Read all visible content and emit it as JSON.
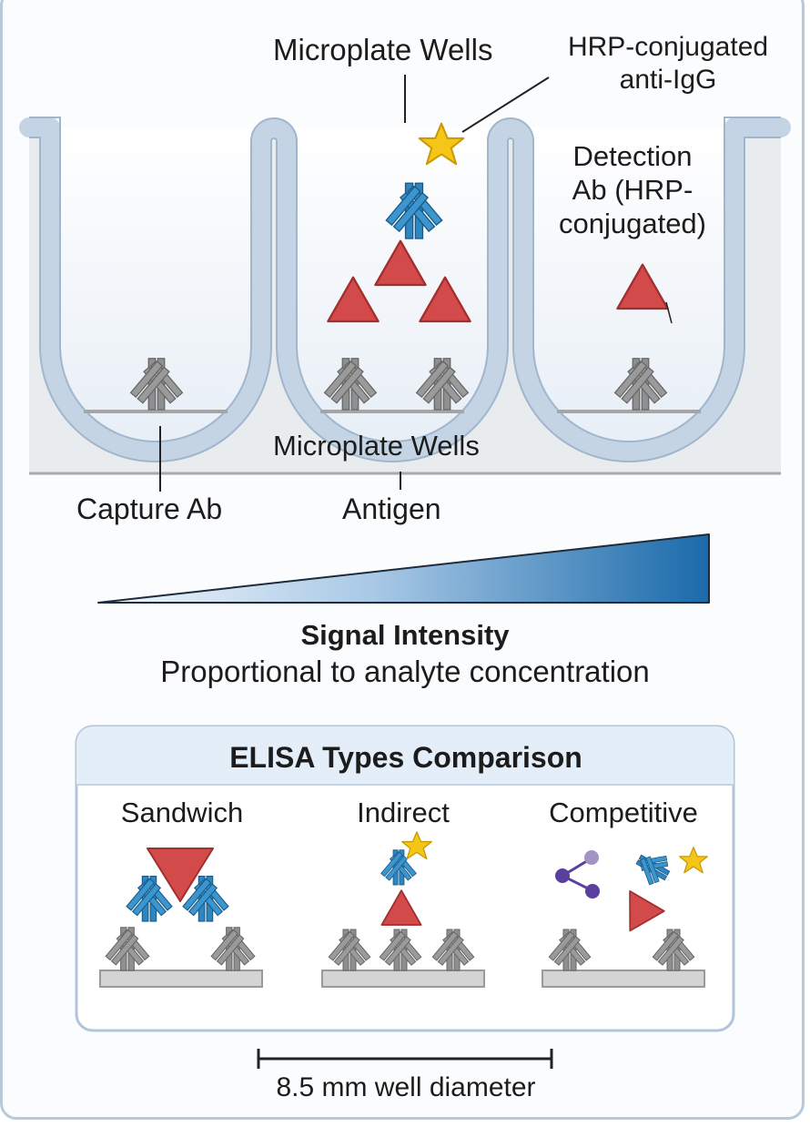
{
  "labels": {
    "wells_top": "Microplate Wells",
    "hrp": "HRP-conjugated anti-IgG",
    "detection": "Detection Ab (HRP-conjugated)",
    "wells_bottom": "Microplate Wells",
    "capture": "Capture Ab",
    "antigen": "Antigen"
  },
  "signal": {
    "title": "Signal Intensity",
    "subtitle": "Proportional to analyte concentration",
    "gradient_start": "#e6f0fa",
    "gradient_end": "#1a6aaa"
  },
  "panel": {
    "title": "ELISA Types Comparison",
    "types": [
      "Sandwich",
      "Indirect",
      "Competitive"
    ]
  },
  "scale_bar": {
    "label": "8.5 mm well diameter"
  },
  "colors": {
    "capture_ab": "#8c8c8c",
    "detection_ab": "#2e86c1",
    "antigen": "#d24a4a",
    "hrp_star": "#f5c518",
    "well_outline": "#b6c8dc",
    "panel_header": "#e3eef9",
    "competitor_molecule": "#5b3f9e"
  },
  "icons": [
    "y-antibody-icon",
    "antigen-triangle-icon",
    "hrp-star-icon",
    "competitor-molecule-icon"
  ]
}
